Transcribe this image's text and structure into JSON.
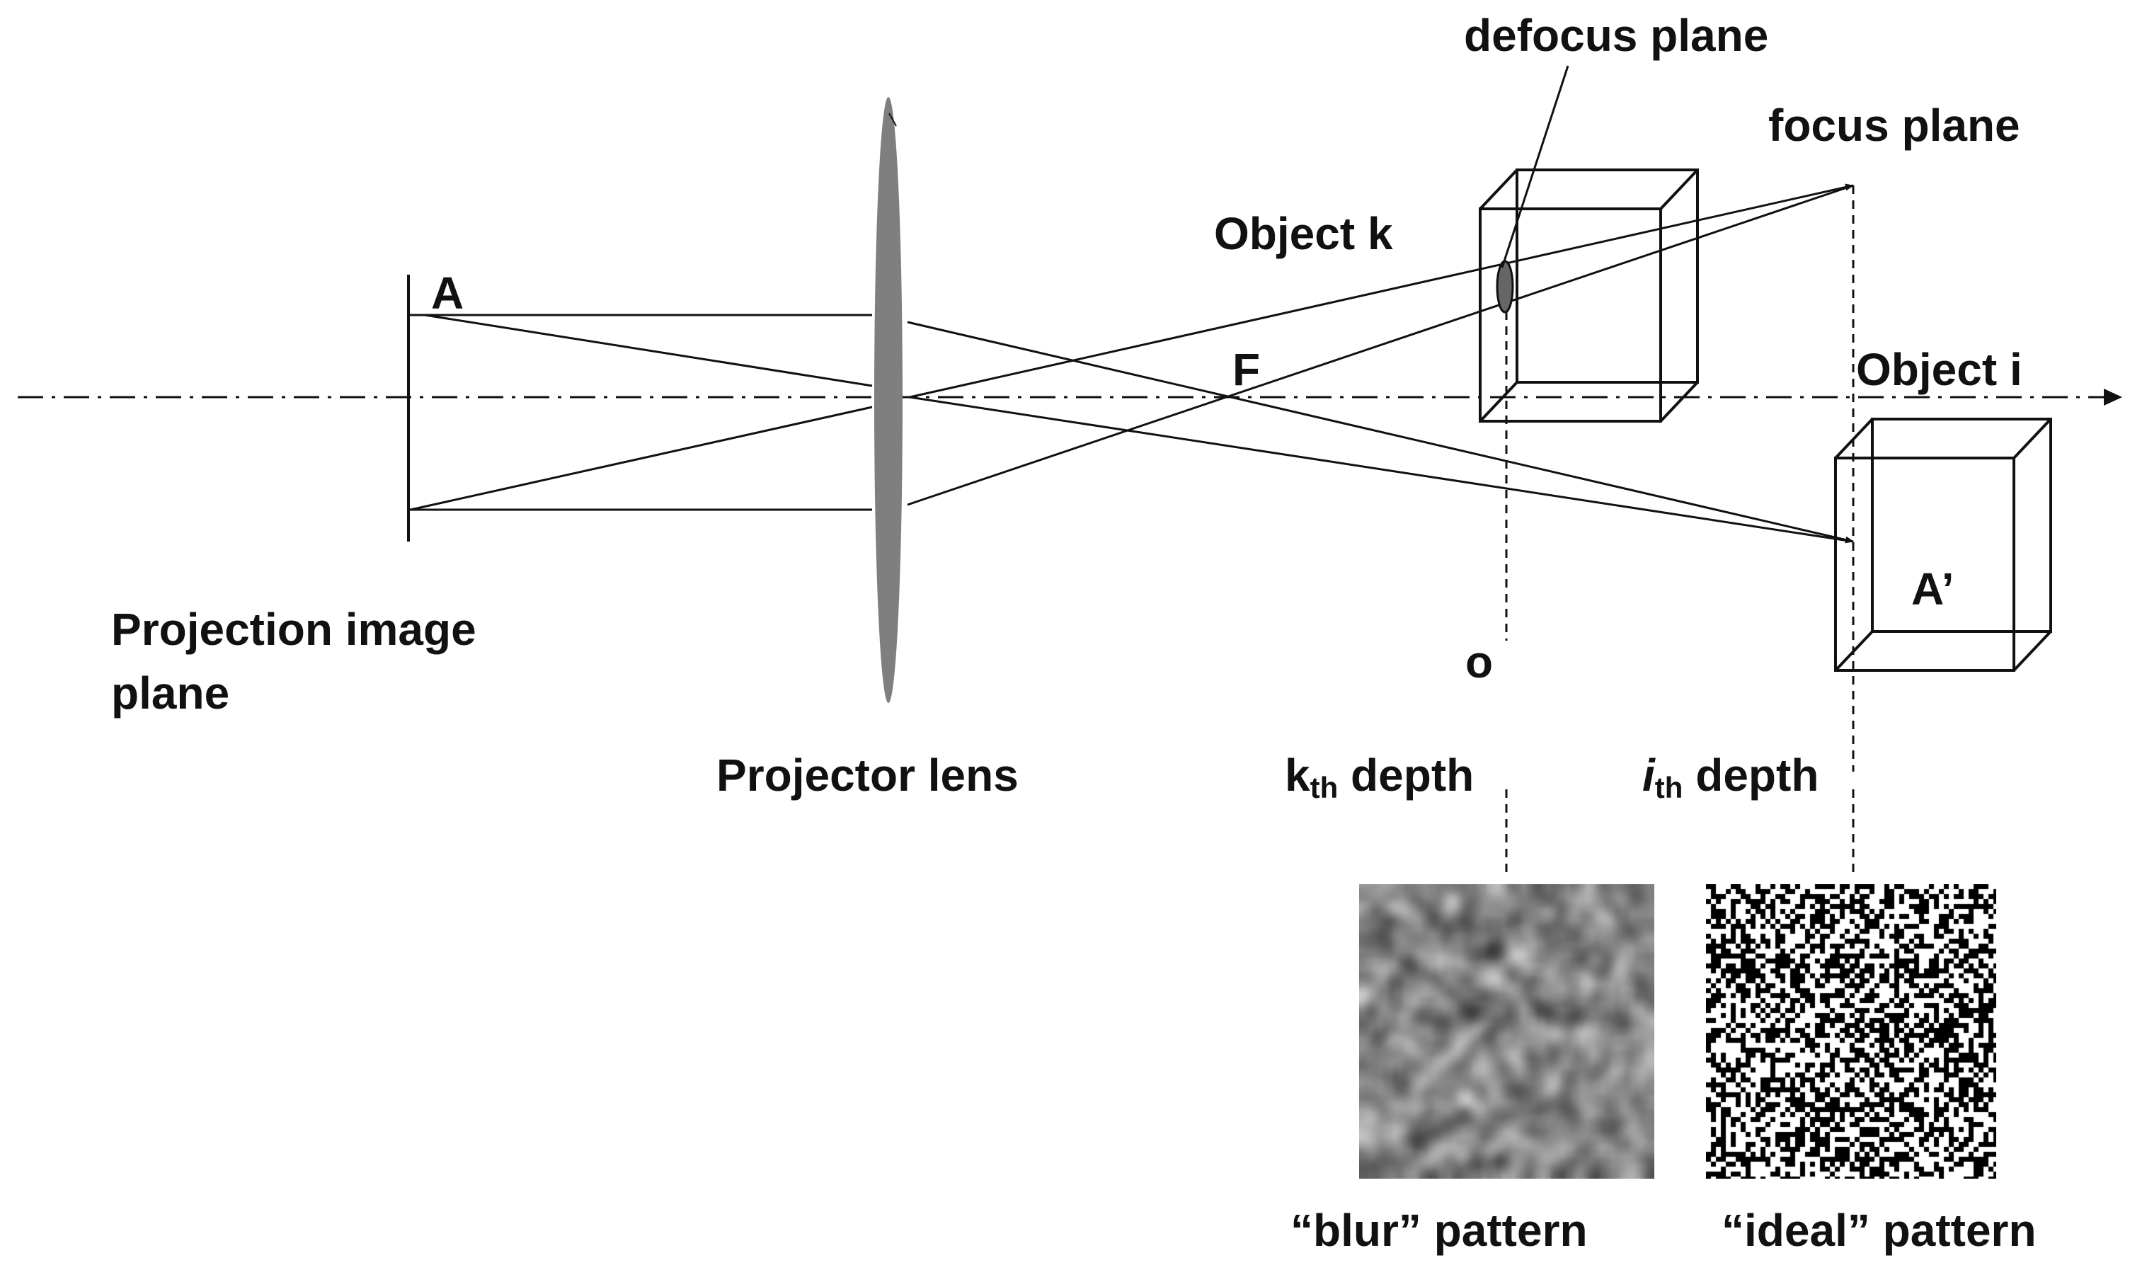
{
  "labels": {
    "defocus_plane": "defocus plane",
    "focus_plane": "focus plane",
    "object_k": "Object k",
    "object_i": "Object i",
    "point_a": "A",
    "point_a_prime": "A’",
    "focal_point": "F",
    "origin": "o",
    "projection_image_plane_line1": "Projection image",
    "projection_image_plane_line2": "plane",
    "projector_lens": "Projector lens",
    "k_depth_base": "k",
    "k_depth_sub": "th",
    "k_depth_word": "depth",
    "i_depth_base": "i",
    "i_depth_sub": "th",
    "i_depth_word": "depth",
    "blur_pattern": "“blur” pattern",
    "ideal_pattern": "“ideal” pattern"
  },
  "colors": {
    "line": "#111111",
    "lens": "#7f7f7f",
    "defocus_spot": "#666666"
  },
  "patterns": {
    "blur": {
      "style": "blurred-speckle"
    },
    "ideal": {
      "style": "binary-random"
    }
  }
}
